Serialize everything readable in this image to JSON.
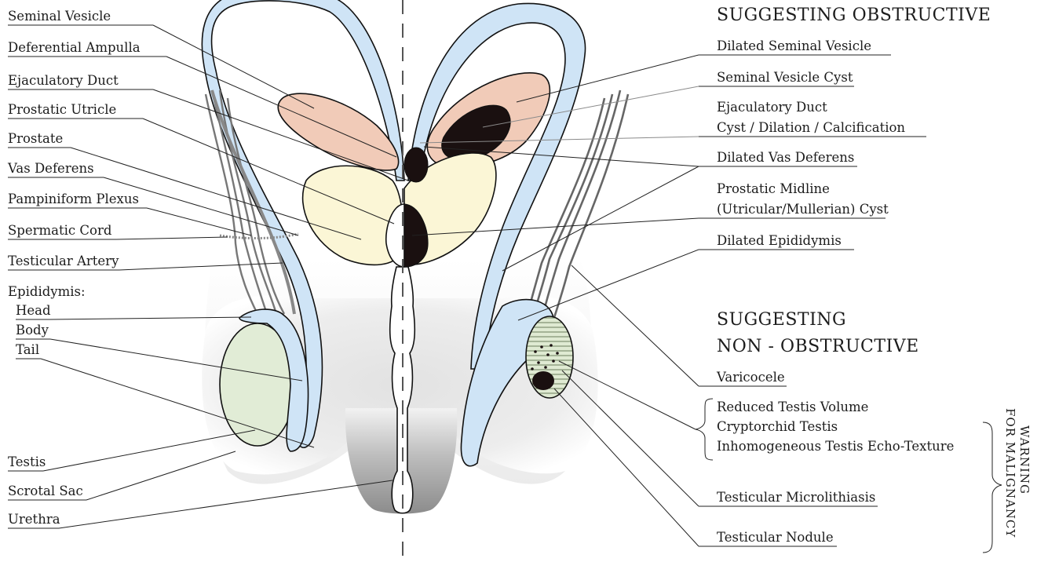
{
  "left_labels": {
    "seminal_vesicle": "Seminal Vesicle",
    "deferential_ampulla": "Deferential Ampulla",
    "ejaculatory_duct": "Ejaculatory Duct",
    "prostatic_utricle": "Prostatic Utricle",
    "prostate": "Prostate",
    "vas_deferens": "Vas Deferens",
    "pampiniform_plexus": "Pampiniform Plexus",
    "spermatic_cord": "Spermatic Cord",
    "testicular_artery": "Testicular Artery",
    "epididymis": "Epididymis:",
    "head": "Head",
    "body": "Body",
    "tail": "Tail",
    "testis": "Testis",
    "scrotal_sac": "Scrotal Sac",
    "urethra": "Urethra"
  },
  "obstructive": {
    "heading": "SUGGESTING OBSTRUCTIVE",
    "dilated_seminal_vesicle": "Dilated Seminal Vesicle",
    "seminal_vesicle_cyst": "Seminal Vesicle Cyst",
    "ejaculatory_duct_1": "Ejaculatory Duct",
    "ejaculatory_duct_2": "Cyst / Dilation / Calcification",
    "dilated_vas_deferens": "Dilated Vas Deferens",
    "prostatic_midline_1": "Prostatic Midline",
    "prostatic_midline_2": "(Utricular/Mullerian) Cyst",
    "dilated_epididymis": "Dilated Epididymis"
  },
  "non_obstructive": {
    "heading_1": "SUGGESTING",
    "heading_2": "NON - OBSTRUCTIVE",
    "varicocele": "Varicocele",
    "reduced_testis_volume": "Reduced Testis Volume",
    "cryptorchid_testis": "Cryptorchid Testis",
    "inhomogeneous_testis": "Inhomogeneous Testis Echo-Texture",
    "testicular_microlithiasis": "Testicular Microlithiasis",
    "testicular_nodule": "Testicular Nodule"
  },
  "warning": {
    "line_1": "WARNING",
    "line_2": "FOR MALIGNANCY"
  },
  "colors": {
    "vas_blue": "#cfe4f6",
    "vesicle_pink": "#f1cbb8",
    "prostate_cream": "#fbf6d6",
    "testis_green": "#e1ecd6",
    "pathology_black": "#1a1010"
  }
}
